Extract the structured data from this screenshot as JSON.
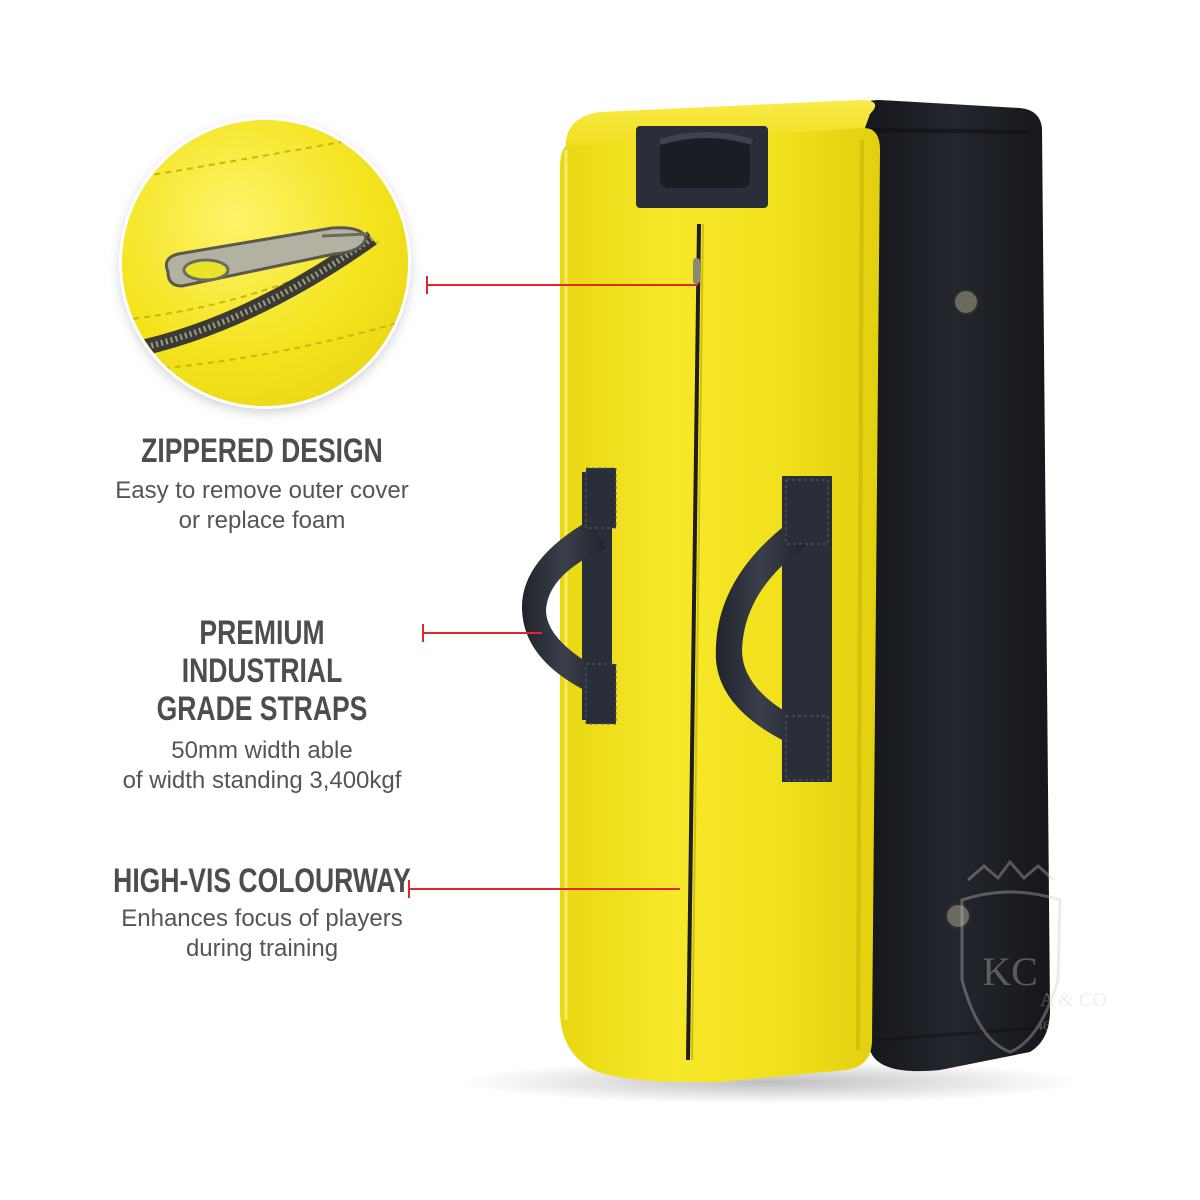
{
  "features": [
    {
      "title": "ZIPPERED DESIGN",
      "desc_line1": "Easy to remove outer cover",
      "desc_line2": "or replace foam"
    },
    {
      "title_line1": "PREMIUM INDUSTRIAL",
      "title_line2": "GRADE STRAPS",
      "desc_line1": "50mm width able",
      "desc_line2": "of width standing 3,400kgf"
    },
    {
      "title": "HIGH-VIS COLOURWAY",
      "desc_line1": "Enhances focus of players",
      "desc_line2": "during training"
    }
  ],
  "watermark": {
    "monogram": "KC",
    "text": "A & CO",
    "year": "46"
  },
  "colors": {
    "product_yellow": "#f2e21a",
    "product_black": "#1b1d22",
    "strap": "#2a2e38",
    "callout_red": "#e1262c",
    "heading_gray": "#4d4d4d"
  },
  "icons": [
    "zipper-pull-icon",
    "watermark-crest-icon"
  ]
}
